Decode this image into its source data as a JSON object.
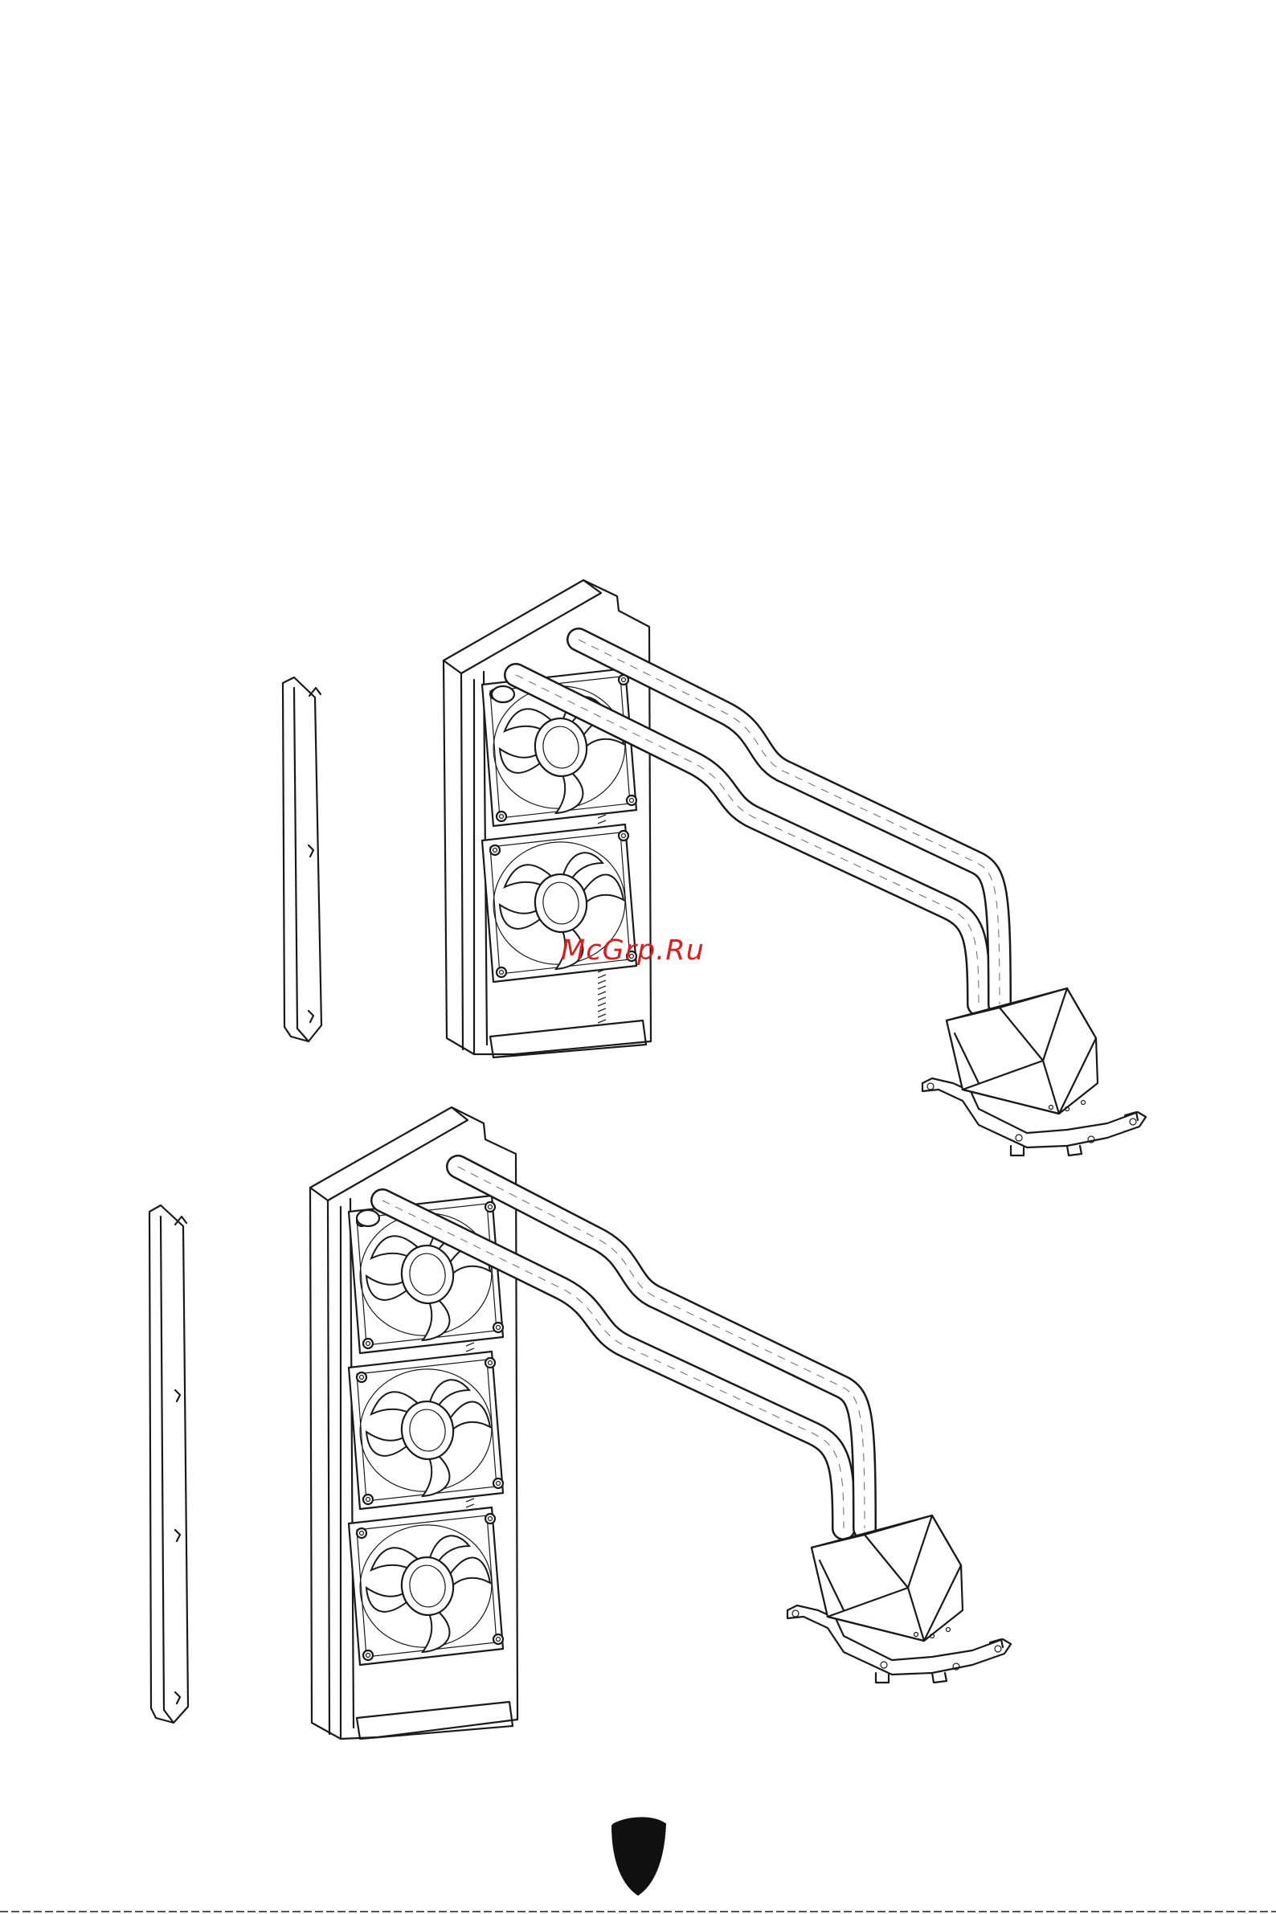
{
  "page": {
    "watermark": "McGrp.Ru",
    "logo_icon": "shield-logo-icon",
    "colors": {
      "line": "#1a1a1a",
      "watermark": "#d42020",
      "background": "#ffffff"
    }
  },
  "illustrations": [
    {
      "name": "cooler-240",
      "fan_count": 2,
      "parts": [
        "side-cover",
        "radiator",
        "fans",
        "tubes",
        "pump-block"
      ]
    },
    {
      "name": "cooler-360",
      "fan_count": 3,
      "parts": [
        "side-cover",
        "radiator",
        "fans",
        "tubes",
        "pump-block"
      ]
    }
  ]
}
